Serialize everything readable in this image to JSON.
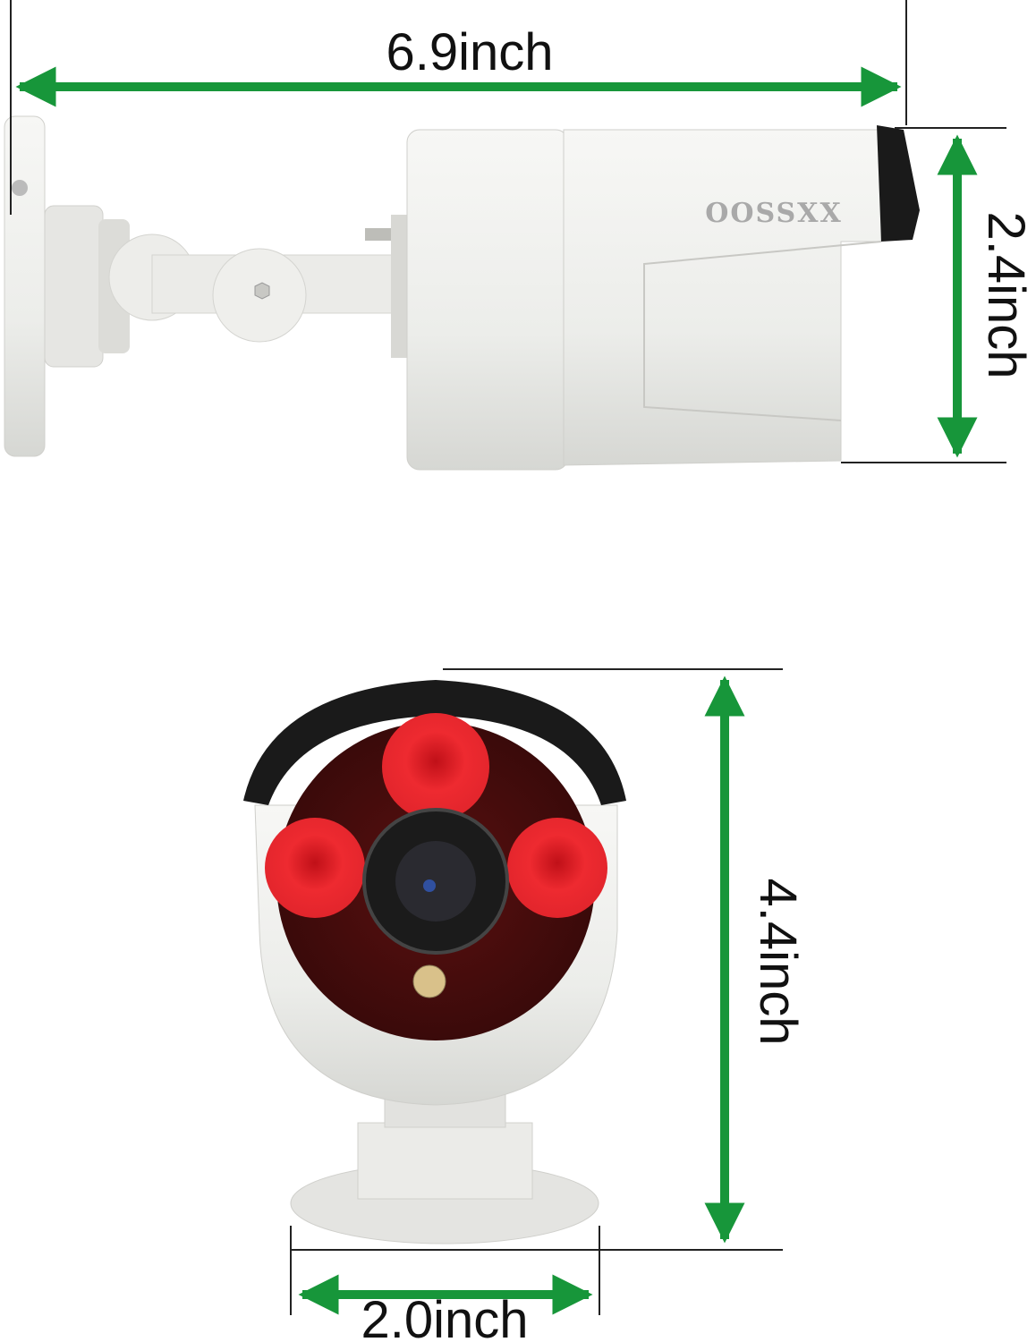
{
  "brand": "OOSSXX",
  "dimensions": {
    "length": "6.9inch",
    "height_side": "2.4inch",
    "height_front": "4.4inch",
    "base_width": "2.0inch"
  },
  "colors": {
    "arrow": "#17963a",
    "body": "#ecedea",
    "ir_led": "#e0202a",
    "sunshade": "#1a1a1a"
  }
}
